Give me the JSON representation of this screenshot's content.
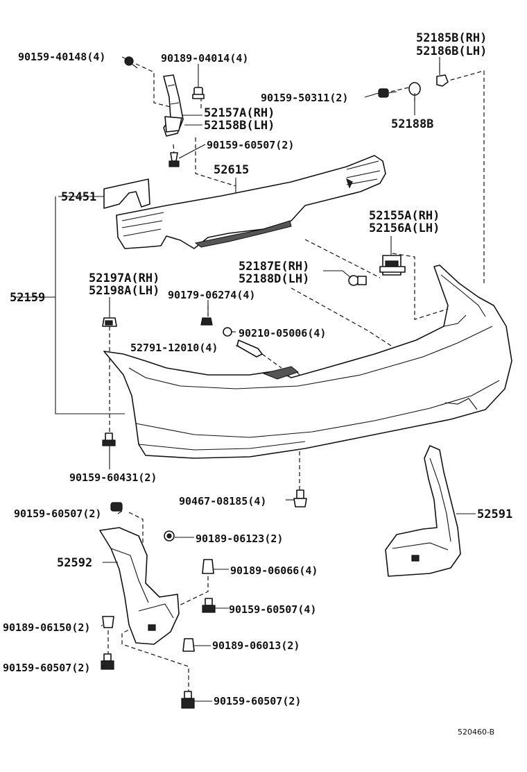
{
  "labels": {
    "p_90159_40148": "90159-40148(4)",
    "p_90189_04014": "90189-04014(4)",
    "p_52185b": "52185B(RH)",
    "p_52186b": "52186B(LH)",
    "p_90159_50311": "90159-50311(2)",
    "p_52188b": "52188B",
    "p_52157a": "52157A(RH)",
    "p_52158b": "52158B(LH)",
    "p_90159_60507_top": "90159-60507(2)",
    "p_52615": "52615",
    "p_52451": "52451",
    "p_52155a": "52155A(RH)",
    "p_52156a": "52156A(LH)",
    "p_52187e": "52187E(RH)",
    "p_52188d": "52188D(LH)",
    "p_52159": "52159",
    "p_52197a": "52197A(RH)",
    "p_52198a": "52198A(LH)",
    "p_90179_06274": "90179-06274(4)",
    "p_90210_05006": "90210-05006(4)",
    "p_52791_12010": "52791-12010(4)",
    "p_90159_60431": "90159-60431(2)",
    "p_90467_08185": "90467-08185(4)",
    "p_52591": "52591",
    "p_90159_60507_mid": "90159-60507(2)",
    "p_90189_06123": "90189-06123(2)",
    "p_52592": "52592",
    "p_90189_06066": "90189-06066(4)",
    "p_90159_60507_4": "90159-60507(4)",
    "p_90189_06150": "90189-06150(2)",
    "p_90189_06013": "90189-06013(2)",
    "p_90159_60507_l": "90159-60507(2)",
    "p_90159_60507_bot": "90159-60507(2)",
    "diagram_code": "520460-B"
  }
}
